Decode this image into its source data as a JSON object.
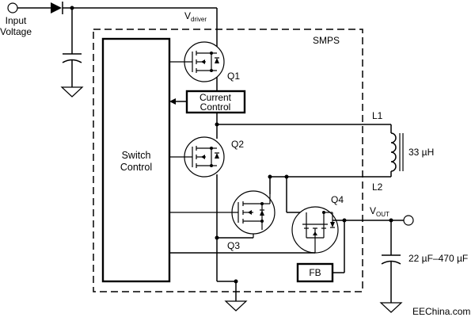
{
  "labels": {
    "input": [
      "Input",
      "Voltage"
    ],
    "vdriver_main": "V",
    "vdriver_sub": "driver",
    "smps": "SMPS",
    "switch_control": [
      "Switch",
      "Control"
    ],
    "current_control": [
      "Current",
      "Control"
    ],
    "q1": "Q1",
    "q2": "Q2",
    "q3": "Q3",
    "q4": "Q4",
    "l1": "L1",
    "l2": "L2",
    "inductance": "33 µH",
    "vout_main": "V",
    "vout_sub": "OUT",
    "fb": "FB",
    "cap_range": "22 µF–470 µF",
    "watermark": "EEChina.com"
  }
}
